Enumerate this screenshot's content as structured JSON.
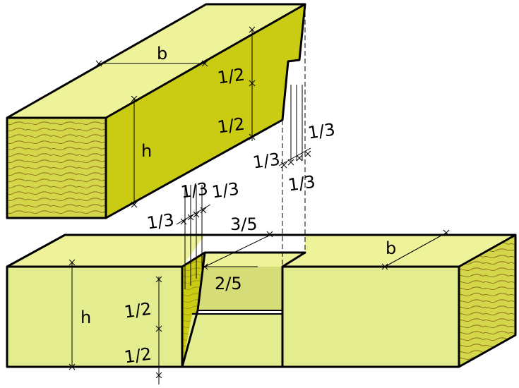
{
  "colors": {
    "face_top": "#eef39a",
    "face_front": "#e3ec8f",
    "face_dark": "#c9cc12",
    "face_cut": "#d6dc78",
    "end_grain": "#d5d74a",
    "end_grain_lines": "#8a6f1e",
    "outline": "#000000"
  },
  "labels": {
    "top_b": "b",
    "top_half_upper": "1/2",
    "top_half_lower": "1/2",
    "top_h": "h",
    "top_right_third_a": "1/3",
    "top_right_third_b": "1/3",
    "top_right_third_c": "1/3",
    "mid_third_a": "1/3",
    "mid_third_b": "1/3",
    "mid_third_c": "1/3",
    "three_fifths": "3/5",
    "two_fifths": "2/5",
    "bottom_b": "b",
    "bottom_h": "h",
    "bottom_half_upper": "1/2",
    "bottom_half_lower": "1/2"
  }
}
